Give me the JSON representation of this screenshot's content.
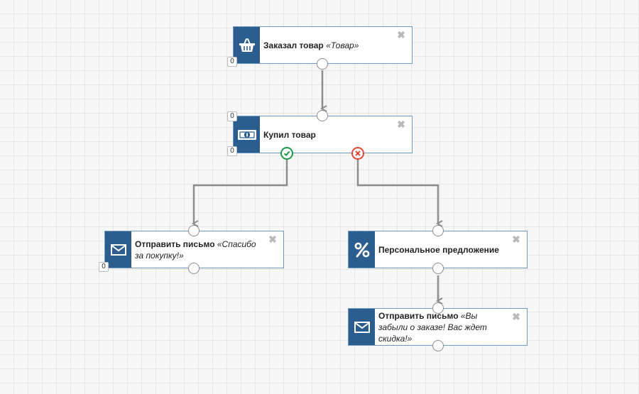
{
  "nodes": {
    "ordered": {
      "title": "Заказал товар",
      "subtitle": "«Товар»",
      "counter_out": "0",
      "icon": "basket-icon"
    },
    "bought": {
      "title": "Купил товар",
      "subtitle": "",
      "counter_in": "0",
      "counter_out": "0",
      "icon": "money-icon"
    },
    "email_thanks": {
      "title": "Отправить письмо",
      "subtitle": "«Спасибо за покупку!»",
      "counter_out": "0",
      "icon": "envelope-icon"
    },
    "offer": {
      "title": "Персональное предложение",
      "subtitle": "",
      "icon": "percent-icon"
    },
    "email_reminder": {
      "title": "Отправить письмо",
      "subtitle": "«Вы забыли о заказе! Вас ждет скидка!»",
      "icon": "envelope-icon"
    }
  },
  "close_glyph": "✖",
  "colors": {
    "node_icon_bg": "#2c5d8f",
    "node_border": "#6d9ac4",
    "connector": "#8d8d8d",
    "branch_yes": "#1e9a4a",
    "branch_no": "#e0463c"
  }
}
